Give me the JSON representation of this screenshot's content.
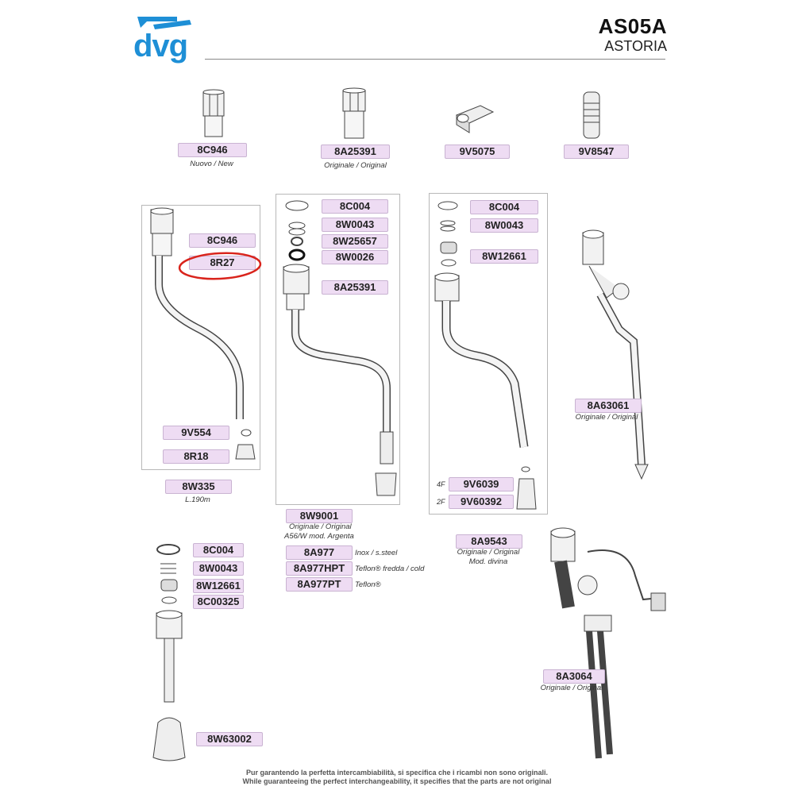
{
  "header": {
    "logo_text": "dvg",
    "model_code": "AS05A",
    "brand": "ASTORIA"
  },
  "top_parts": [
    {
      "code": "8C946",
      "caption": "Nuovo / New"
    },
    {
      "code": "8A25391",
      "caption": "Originale / Original"
    },
    {
      "code": "9V5075",
      "caption": ""
    },
    {
      "code": "9V8547",
      "caption": ""
    }
  ],
  "box1": {
    "labels": [
      "8C946",
      "8R27",
      "9V554",
      "8R18"
    ],
    "code": "8W335",
    "caption": "L.190m"
  },
  "box2": {
    "labels": [
      "8C004",
      "8W0043",
      "8W25657",
      "8W0026",
      "8A25391"
    ],
    "variants": [
      {
        "code": "8W9001",
        "note": ""
      },
      {
        "code": "8A977",
        "note": "Inox / s.steel"
      },
      {
        "code": "8A977HPT",
        "note": "Teflon® fredda / cold"
      },
      {
        "code": "8A977PT",
        "note": "Teflon®"
      }
    ],
    "variant_caption_1": "Originale / Original",
    "variant_caption_2": "A56/W mod. Argenta"
  },
  "box3": {
    "labels": [
      "8C004",
      "8W0043",
      "8W12661"
    ],
    "options": [
      {
        "prefix": "4F",
        "code": "9V6039"
      },
      {
        "prefix": "2F",
        "code": "9V60392"
      }
    ],
    "code": "8A9543",
    "caption_1": "Originale / Original",
    "caption_2": "Mod. divina"
  },
  "right_parts": [
    {
      "code": "8A63061",
      "caption": "Originale / Original"
    },
    {
      "code": "8A3064",
      "caption": "Originale / Original"
    }
  ],
  "bottom_left": {
    "labels": [
      "8C004",
      "8W0043",
      "8W12661",
      "8C00325",
      "8W63002"
    ]
  },
  "annotation": {
    "color": "#d9241c",
    "target": "8R27"
  },
  "colors": {
    "label_fill": "#eedcf3",
    "logo_blue": "#1e8fd6"
  },
  "footnote": {
    "line1": "Pur garantendo la perfetta intercambiabilità, si specifica che i ricambi non sono originali.",
    "line2": "While guaranteeing the perfect interchangeability, it specifies that the parts are not original"
  }
}
